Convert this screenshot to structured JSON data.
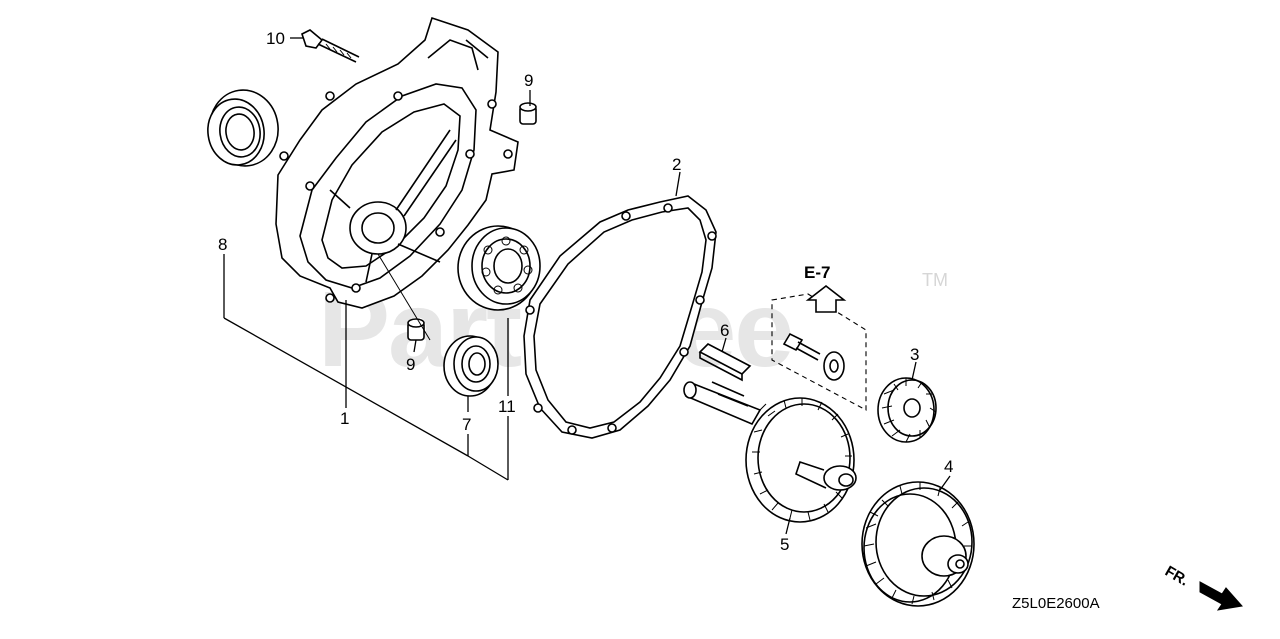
{
  "watermark": {
    "brand": "PartsTree",
    "trademark": "TM"
  },
  "diagram_code": "Z5L0E2600A",
  "reference": {
    "label": "E-7"
  },
  "direction_label": "FR.",
  "callouts": {
    "c1": "1",
    "c2": "2",
    "c3": "3",
    "c4": "4",
    "c5": "5",
    "c6": "6",
    "c7": "7",
    "c8": "8",
    "c9a": "9",
    "c9b": "9",
    "c10": "10",
    "c11": "11"
  }
}
